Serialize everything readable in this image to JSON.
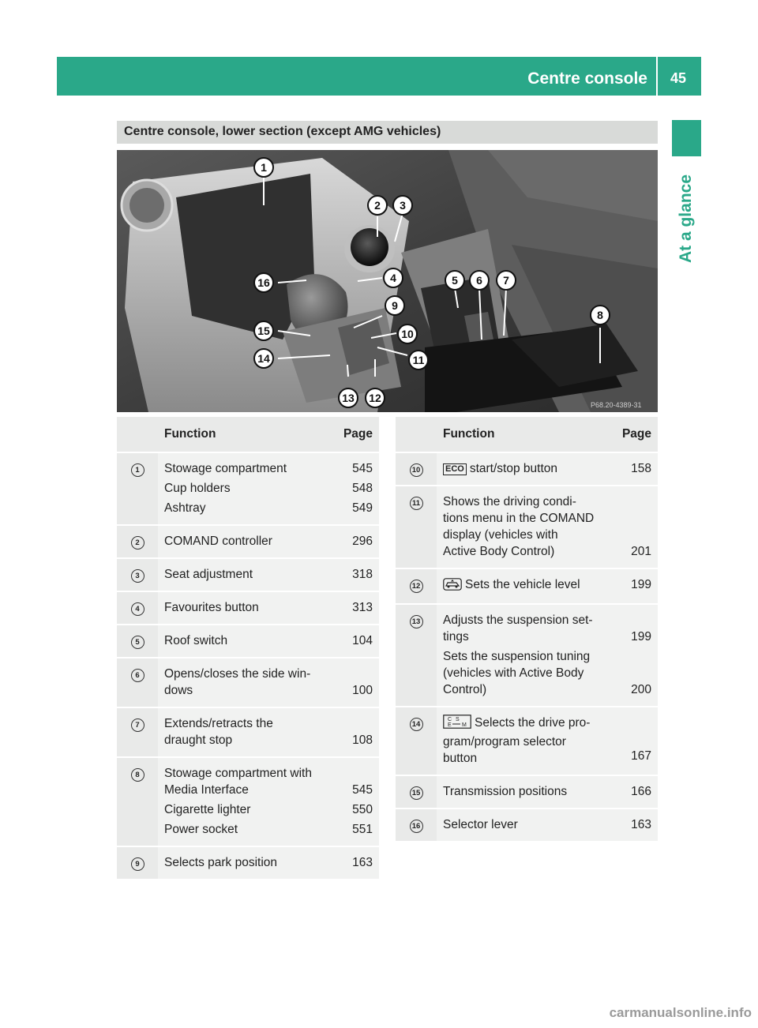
{
  "header": {
    "title": "Centre console",
    "page": "45"
  },
  "side_tab": "At a glance",
  "section": {
    "title": "Centre console, lower section (except AMG vehicles)"
  },
  "figure": {
    "code": "P68.20-4389-31"
  },
  "tables": [
    {
      "headers": {
        "function": "Function",
        "page": "Page"
      },
      "rows": [
        {
          "num": "1",
          "entries": [
            {
              "text": "Stowage compartment",
              "page": "545"
            },
            {
              "text": "Cup holders",
              "page": "548"
            },
            {
              "text": "Ashtray",
              "page": "549"
            }
          ]
        },
        {
          "num": "2",
          "entries": [
            {
              "text": "COMAND controller",
              "page": "296"
            }
          ]
        },
        {
          "num": "3",
          "entries": [
            {
              "text": "Seat adjustment",
              "page": "318"
            }
          ]
        },
        {
          "num": "4",
          "entries": [
            {
              "text": "Favourites button",
              "page": "313"
            }
          ]
        },
        {
          "num": "5",
          "entries": [
            {
              "text": "Roof switch",
              "page": "104"
            }
          ]
        },
        {
          "num": "6",
          "entries": [
            {
              "lines": [
                "Opens/closes the side win-",
                "dows"
              ],
              "page": "100"
            }
          ]
        },
        {
          "num": "7",
          "entries": [
            {
              "lines": [
                "Extends/retracts the",
                "draught stop"
              ],
              "page": "108"
            }
          ]
        },
        {
          "num": "8",
          "entries": [
            {
              "lines": [
                "Stowage compartment with",
                "Media Interface"
              ],
              "page": "545"
            },
            {
              "text": "Cigarette lighter",
              "page": "550"
            },
            {
              "text": "Power socket",
              "page": "551"
            }
          ]
        },
        {
          "num": "9",
          "entries": [
            {
              "text": "Selects park position",
              "page": "163"
            }
          ]
        }
      ]
    },
    {
      "headers": {
        "function": "Function",
        "page": "Page"
      },
      "rows": [
        {
          "num": "10",
          "entries": [
            {
              "icon": "eco",
              "icon_text": "ECO",
              "text": "start/stop button",
              "page": "158"
            }
          ]
        },
        {
          "num": "11",
          "entries": [
            {
              "lines": [
                "Shows the driving condi-",
                "tions menu in the COMAND",
                "display (vehicles with",
                "Active Body Control)"
              ],
              "page": "201"
            }
          ]
        },
        {
          "num": "12",
          "entries": [
            {
              "icon": "car-level-icon",
              "text": "Sets the vehicle level",
              "page": "199"
            }
          ]
        },
        {
          "num": "13",
          "entries": [
            {
              "lines": [
                "Adjusts the suspension set-",
                "tings"
              ],
              "page": "199"
            },
            {
              "lines": [
                "Sets the suspension tuning",
                "(vehicles with Active Body",
                "Control)"
              ],
              "page": "200"
            }
          ]
        },
        {
          "num": "14",
          "entries": [
            {
              "icon": "drive-program-icon",
              "lines": [
                "Selects the drive pro-",
                "gram/program selector",
                "button"
              ],
              "page": "167"
            }
          ]
        },
        {
          "num": "15",
          "entries": [
            {
              "text": "Transmission positions",
              "page": "166"
            }
          ]
        },
        {
          "num": "16",
          "entries": [
            {
              "text": "Selector lever",
              "page": "163"
            }
          ]
        }
      ]
    }
  ],
  "watermark": "carmanualsonline.info"
}
